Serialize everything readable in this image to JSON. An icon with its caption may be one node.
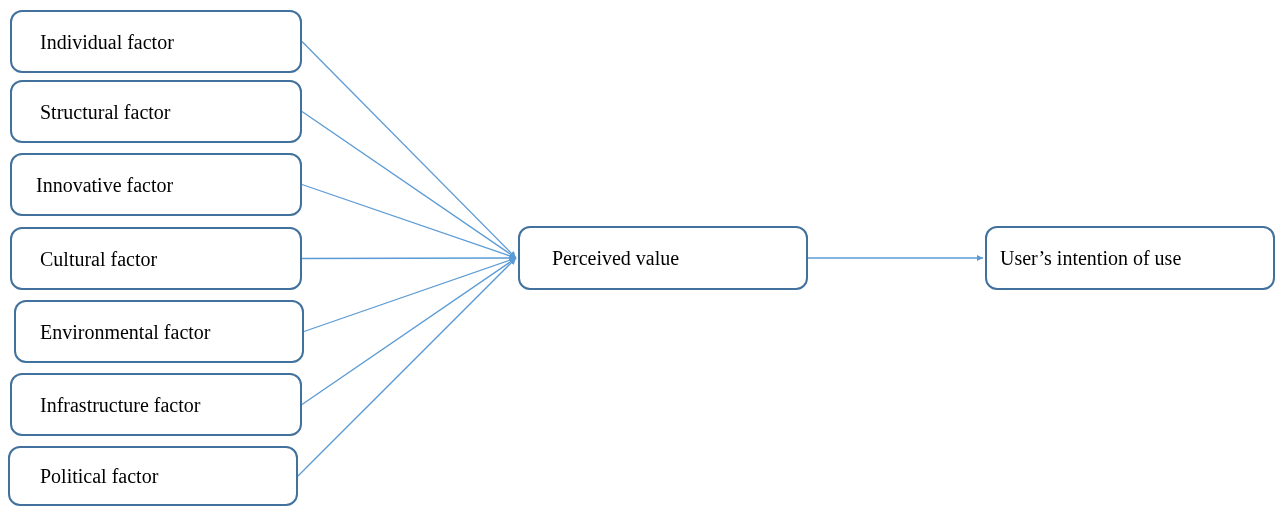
{
  "diagram": {
    "nodes": [
      {
        "text": [
          "Individual factor"
        ]
      },
      {
        "text": [
          "Structural factor"
        ]
      },
      {
        "text": [
          "Innovative factor"
        ]
      },
      {
        "text": [
          "Cultural factor"
        ]
      },
      {
        "text": [
          "Environmental factor"
        ]
      },
      {
        "text": [
          "Infrastructure factor"
        ]
      },
      {
        "text": [
          "Political factor"
        ]
      },
      {
        "text": [
          "Perceived value"
        ]
      },
      {
        "text": [
          "User’s intention of use"
        ]
      }
    ],
    "edges": [
      {
        "from": 0,
        "to": 7,
        "arrow": "to"
      },
      {
        "from": 1,
        "to": 7,
        "arrow": "to"
      },
      {
        "from": 2,
        "to": 7,
        "arrow": "to"
      },
      {
        "from": 3,
        "to": 7,
        "arrow": "to"
      },
      {
        "from": 4,
        "to": 7,
        "arrow": "to"
      },
      {
        "from": 5,
        "to": 7,
        "arrow": "to"
      },
      {
        "from": 6,
        "to": 7,
        "arrow": "to"
      },
      {
        "from": 7,
        "to": 8,
        "arrow": "to"
      }
    ]
  }
}
